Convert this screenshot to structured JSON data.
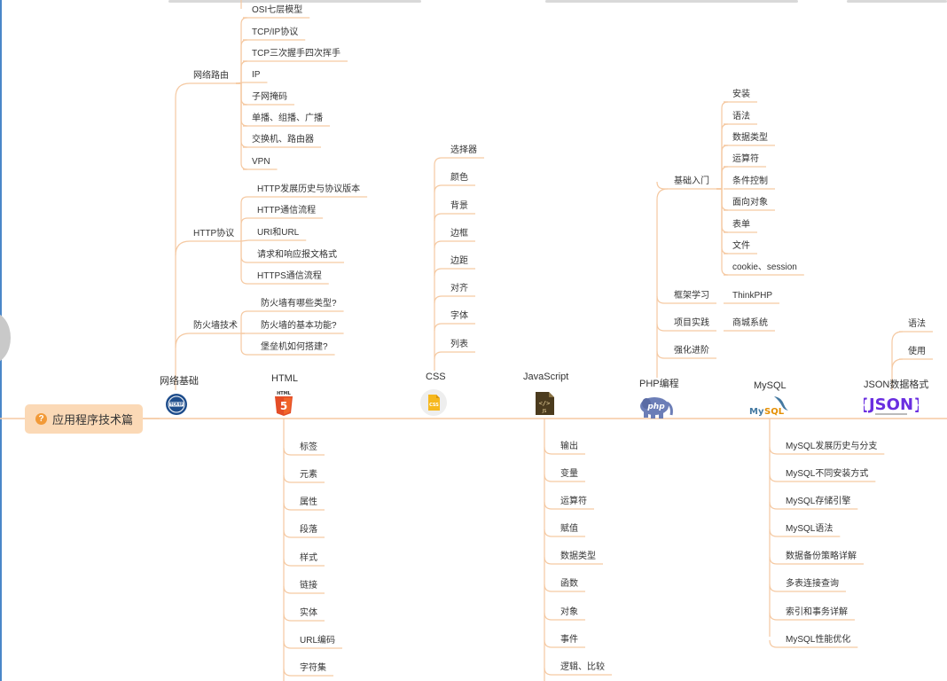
{
  "root": {
    "label": "应用程序技术篇",
    "icon": "question-icon"
  },
  "colors": {
    "line": "#f5c9a2",
    "root_bg": "#fbd9b6",
    "accent": "#f29a38"
  },
  "categories": [
    {
      "key": "net",
      "label": "网络基础",
      "icon": "tcpip-logo-icon"
    },
    {
      "key": "html",
      "label": "HTML",
      "icon": "html5-logo-icon"
    },
    {
      "key": "css",
      "label": "CSS",
      "icon": "css-logo-icon"
    },
    {
      "key": "js",
      "label": "JavaScript",
      "icon": "js-logo-icon"
    },
    {
      "key": "php",
      "label": "PHP编程",
      "icon": "php-elephant-icon"
    },
    {
      "key": "mysql",
      "label": "MySQL",
      "icon": "mysql-logo-icon"
    },
    {
      "key": "json",
      "label": "JSON数据格式",
      "icon": "json-logo-icon"
    }
  ],
  "net": {
    "groups": [
      {
        "label": "网络路由",
        "items": [
          "OSI七层模型",
          "TCP/IP协议",
          "TCP三次握手四次挥手",
          "IP",
          "子网掩码",
          "单播、组播、广播",
          "交换机、路由器",
          "VPN"
        ]
      },
      {
        "label": "HTTP协议",
        "items": [
          "HTTP发展历史与协议版本",
          "HTTP通信流程",
          "URI和URL",
          "请求和响应报文格式",
          "HTTPS通信流程"
        ]
      },
      {
        "label": "防火墙技术",
        "items": [
          "防火墙有哪些类型?",
          "防火墙的基本功能?",
          "堡垒机如何搭建?"
        ]
      }
    ]
  },
  "html_items": [
    "标签",
    "元素",
    "属性",
    "段落",
    "样式",
    "链接",
    "实体",
    "URL编码",
    "字符集"
  ],
  "css_items": [
    "选择器",
    "颜色",
    "背景",
    "边框",
    "边距",
    "对齐",
    "字体",
    "列表"
  ],
  "js_items": [
    "输出",
    "变量",
    "运算符",
    "赋值",
    "数据类型",
    "函数",
    "对象",
    "事件",
    "逻辑、比较"
  ],
  "php": {
    "groups": [
      {
        "label": "基础入门",
        "items": [
          "安装",
          "语法",
          "数据类型",
          "运算符",
          "条件控制",
          "面向对象",
          "表单",
          "文件",
          "cookie、session"
        ]
      },
      {
        "label": "框架学习",
        "items": [
          "ThinkPHP"
        ]
      },
      {
        "label": "项目实践",
        "items": [
          "商城系统"
        ]
      },
      {
        "label": "强化进阶",
        "items": []
      }
    ]
  },
  "mysql_items": [
    "MySQL发展历史与分支",
    "MySQL不同安装方式",
    "MySQL存储引擎",
    "MySQL语法",
    "数据备份策略详解",
    "多表连接查询",
    "索引和事务详解",
    "MySQL性能优化"
  ],
  "json_items": [
    "语法",
    "使用"
  ]
}
